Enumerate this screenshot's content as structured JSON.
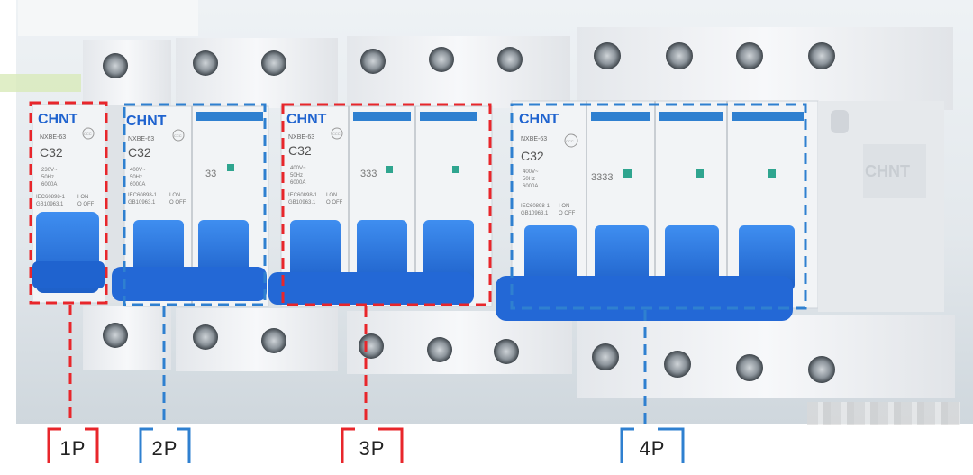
{
  "photo": {
    "brand": "CHNT",
    "model": "NXBE-63",
    "rating": "C32",
    "voltage_1p": "230V~",
    "voltage_multi": "400V~",
    "frequency": "50Hz",
    "breaking_capacity": "6000A",
    "standard_1": "IEC60898-1",
    "standard_2": "GB10963.1",
    "state_on": "I ON",
    "state_off": "O OFF",
    "ccc_mark": "CCC",
    "rail_brand": "CHNT"
  },
  "labels": [
    {
      "text": "1P",
      "color": "#e8262b"
    },
    {
      "text": "2P",
      "color": "#2f80d0"
    },
    {
      "text": "3P",
      "color": "#e8262b"
    },
    {
      "text": "4P",
      "color": "#2f80d0"
    }
  ],
  "colors": {
    "red_marker": "#e8262b",
    "blue_marker": "#2f80d0",
    "breaker_blue": "#2b73e0",
    "breaker_body": "#f1f3f6"
  }
}
